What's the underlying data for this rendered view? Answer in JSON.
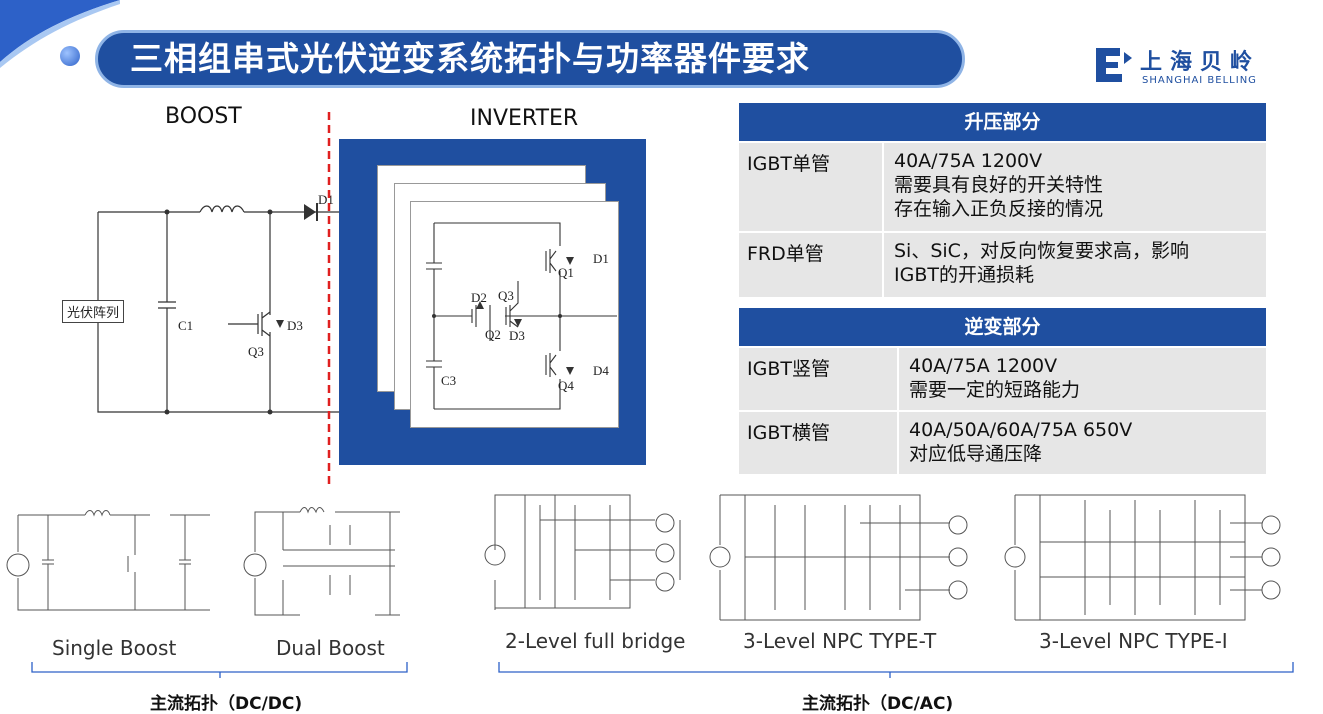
{
  "header": {
    "title": "三相组串式光伏逆变系统拓扑与功率器件要求",
    "logo_cn": "上海贝岭",
    "logo_en": "SHANGHAI BELLING"
  },
  "diagram": {
    "boost_label": "BOOST",
    "inverter_label": "INVERTER",
    "pv_label": "光伏阵列",
    "boost_parts": {
      "c1": "C1",
      "d1": "D1",
      "d3": "D3",
      "q3": "Q3"
    },
    "inverter_parts": {
      "q1": "Q1",
      "d1": "D1",
      "d2": "D2",
      "q3": "Q3",
      "q2": "Q2",
      "d3": "D3",
      "c3": "C3",
      "q4": "Q4",
      "d4": "D4"
    }
  },
  "spec_table": {
    "boost_header": "升压部分",
    "boost_rows": [
      {
        "device": "IGBT单管",
        "lines": [
          "40A/75A  1200V",
          "需要具有良好的开关特性",
          "存在输入正负反接的情况"
        ]
      },
      {
        "device": "FRD单管",
        "lines": [
          "Si、SiC，对反向恢复要求高，影响",
          "IGBT的开通损耗"
        ]
      }
    ],
    "inverter_header": "逆变部分",
    "inverter_rows": [
      {
        "device": "IGBT竖管",
        "lines": [
          "40A/75A  1200V",
          "需要一定的短路能力"
        ]
      },
      {
        "device": "IGBT横管",
        "lines": [
          "40A/50A/60A/75A  650V",
          "对应低导通压降"
        ]
      }
    ]
  },
  "topologies": {
    "dcdc": [
      "Single Boost",
      "Dual Boost"
    ],
    "dcac": [
      "2-Level full bridge",
      "3-Level NPC TYPE-T",
      "3-Level NPC TYPE-I"
    ],
    "dcdc_group": "主流拓扑（DC/DC)",
    "dcac_group": "主流拓扑（DC/AC)"
  },
  "colors": {
    "brand_blue": "#1f4fa0",
    "divider_red": "#e02020",
    "table_bg": "#e6e6e6"
  }
}
